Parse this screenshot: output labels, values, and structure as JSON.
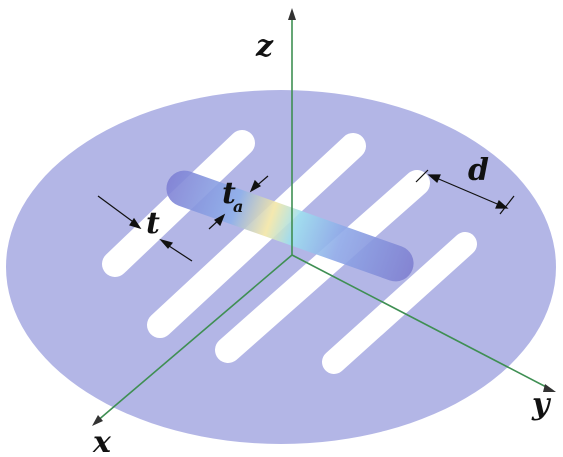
{
  "figure": {
    "labels": {
      "z_axis": "z",
      "x_axis": "x",
      "y_axis": "y",
      "slot_width": "t",
      "gap_base": "t",
      "gap_sub": "a",
      "period": "d"
    },
    "colors": {
      "disk": "#b3b6e6",
      "slots": "#ffffff",
      "axis": "#3f8f53",
      "beam_core": "#8fd8ea",
      "beam_edge": "#7f7fd0",
      "annotation": "#111111"
    }
  }
}
